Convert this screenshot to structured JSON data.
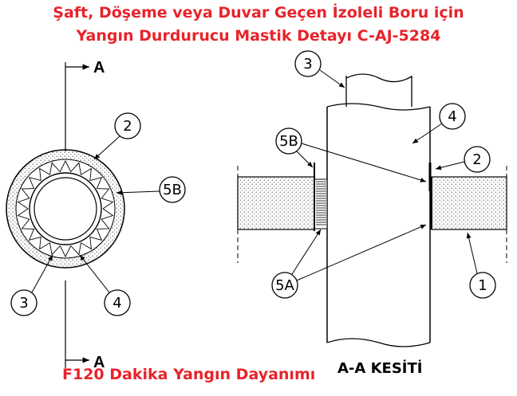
{
  "title_line1": "Şaft, Döşeme veya Duvar Geçen İzoleli Boru için",
  "title_line2": "Yangın Durdurucu Mastik Detayı C-AJ-5284",
  "footer_rating": "F120 Dakika Yangın Dayanımı",
  "section_label": "A-A KESİTİ",
  "cut_marker_top": "A",
  "cut_marker_bottom": "A",
  "callouts": {
    "plan_2": "2",
    "plan_5B": "5B",
    "plan_3": "3",
    "plan_4": "4",
    "sec_3": "3",
    "sec_4": "4",
    "sec_5B": "5B",
    "sec_2": "2",
    "sec_5A": "5A",
    "sec_1": "1"
  },
  "colors": {
    "title": "#e8232b",
    "line": "#000000",
    "concrete": "#ffffff"
  }
}
